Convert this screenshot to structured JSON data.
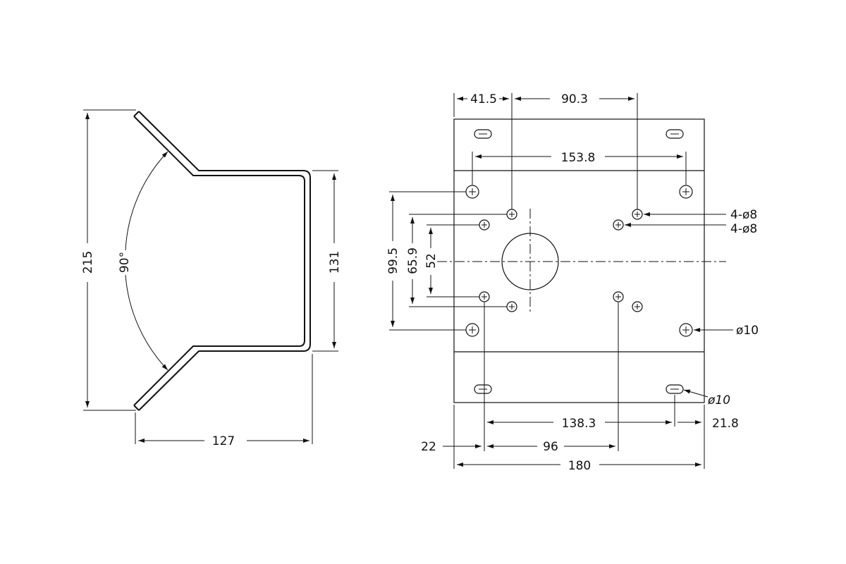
{
  "colors": {
    "line": "#111111",
    "background": "#ffffff"
  },
  "side_view": {
    "height_overall": "215",
    "height_channel": "131",
    "width": "127",
    "angle": "90°"
  },
  "plan_view": {
    "dim_top_left": "41.5",
    "dim_top_span": "90.3",
    "dim_hole_span_top": "153.8",
    "dim_v_outer": "99.5",
    "dim_v_mid": "65.9",
    "dim_v_inner": "52",
    "callout_holes_a": "4-ø8",
    "callout_holes_b": "4-ø8",
    "callout_hole_side": "ø10",
    "callout_slot": "ø10",
    "dim_bottom_span": "138.3",
    "dim_bottom_right": "21.8",
    "dim_bottom_left": "22",
    "dim_bottom_mid": "96",
    "dim_overall_width": "180"
  }
}
